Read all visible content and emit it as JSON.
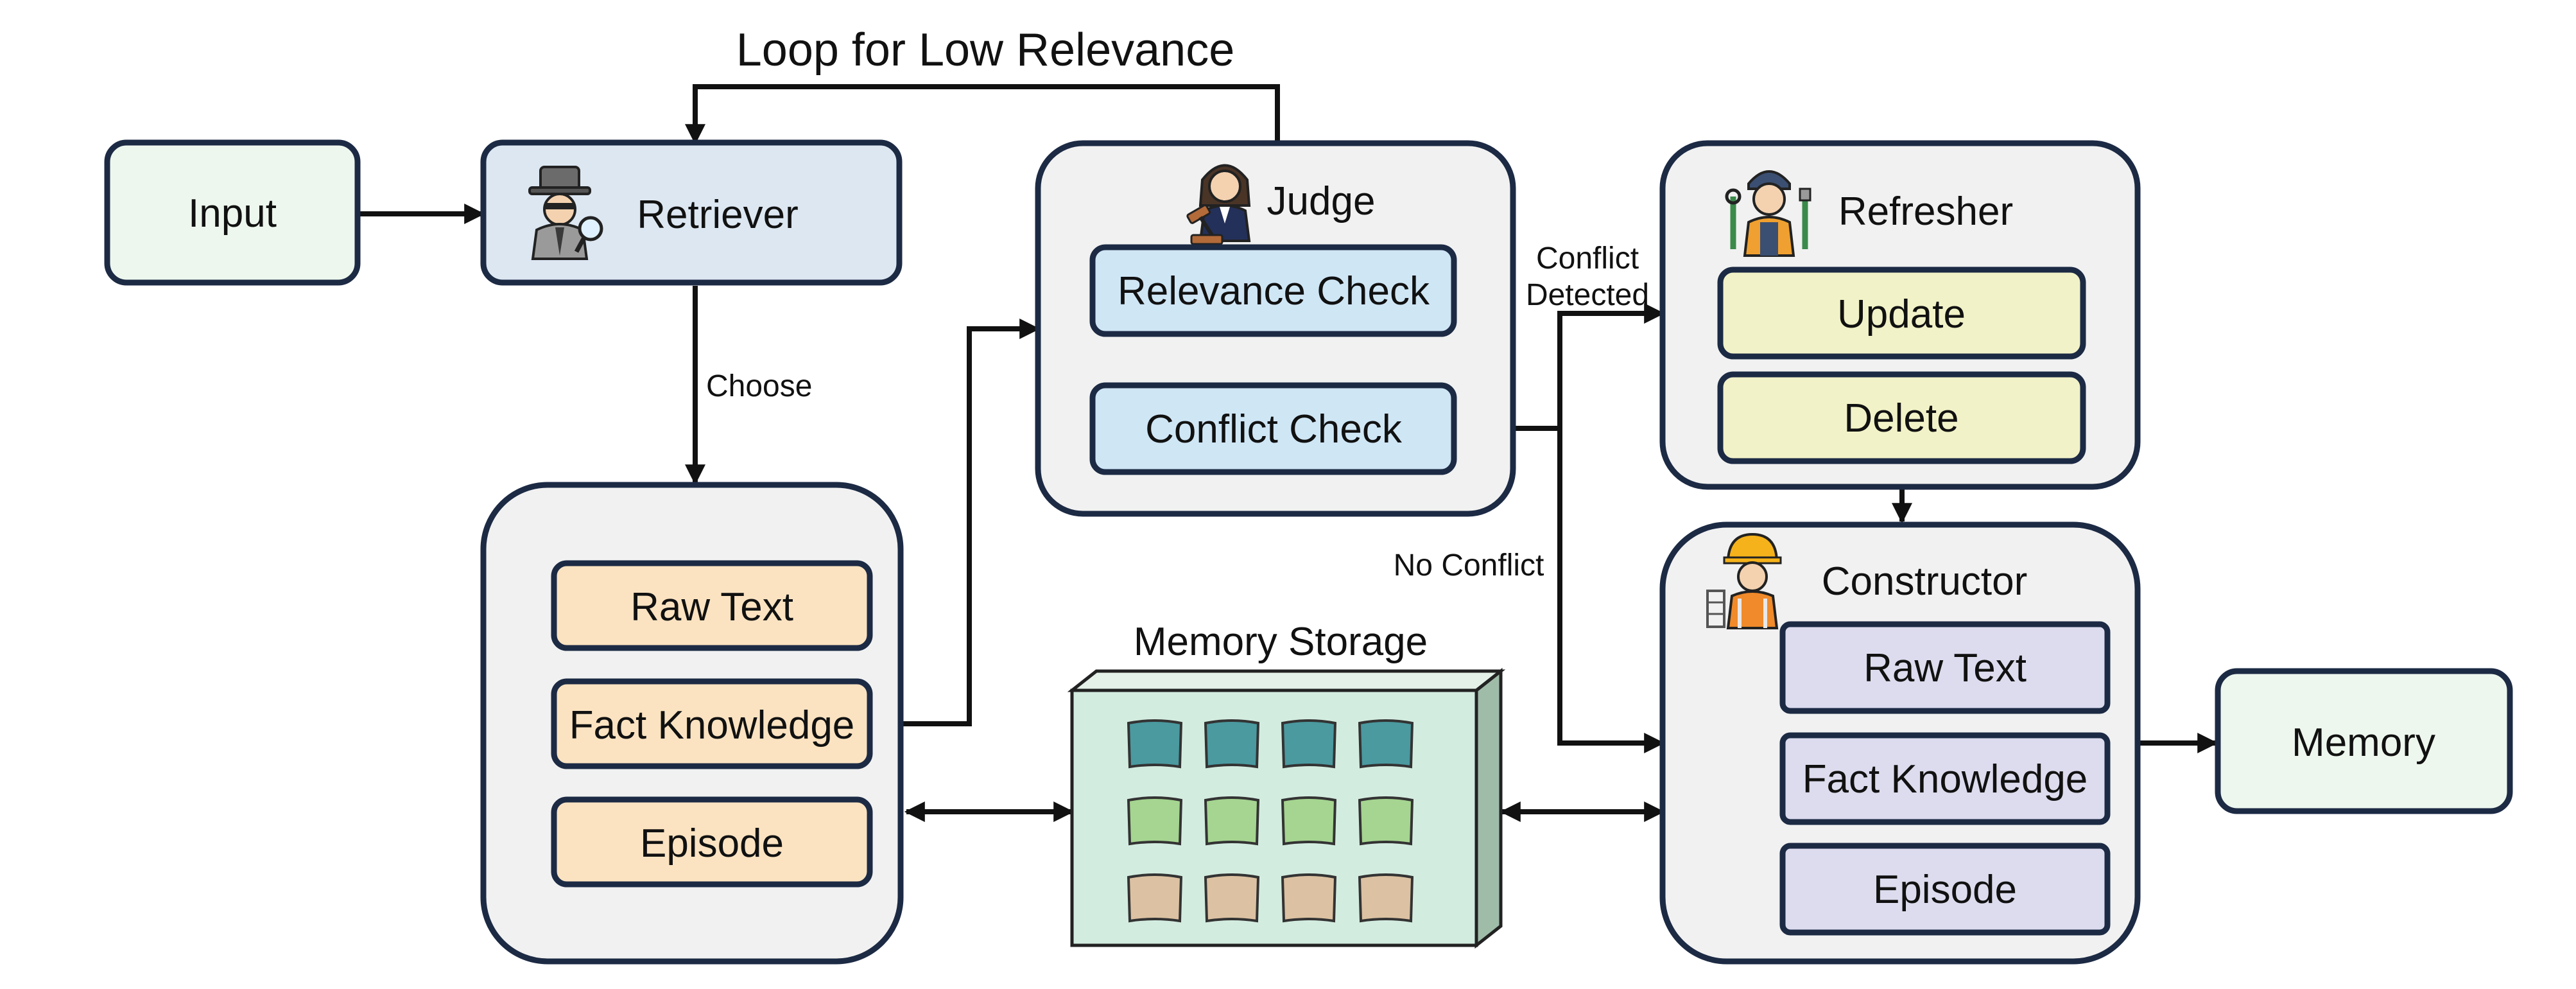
{
  "loop_label": "Loop for Low Relevance",
  "input_label": "Input",
  "retriever_label": "Retriever",
  "choose_label": "Choose",
  "judge": {
    "title": "Judge",
    "relevance_check": "Relevance Check",
    "conflict_check": "Conflict Check"
  },
  "conflict_detected_line1": "Conflict",
  "conflict_detected_line2": "Detected",
  "no_conflict_label": "No Conflict",
  "refresher": {
    "title": "Refresher",
    "update": "Update",
    "delete": "Delete"
  },
  "retrieval_types": [
    "Raw Text",
    "Fact Knowledge",
    "Episode"
  ],
  "memory_storage_label": "Memory Storage",
  "constructor": {
    "title": "Constructor",
    "items": [
      "Raw Text",
      "Fact Knowledge",
      "Episode"
    ]
  },
  "memory_label": "Memory",
  "colors": {
    "input_fill": "#eef7ee",
    "retriever_fill": "#dce7f2",
    "check_fill": "#cfe6f5",
    "refresher_item_fill": "#f2f2c8",
    "retrieval_item_fill": "#fbe3c1",
    "constructor_item_fill": "#dcdcee",
    "storage_front": "#d3ece0",
    "storage_top": "#e3f1e9",
    "storage_side": "#9fbca9",
    "cell_row1": "#4a9aa0",
    "cell_row2": "#a5d590",
    "cell_row3": "#dcc2a2"
  },
  "icons": [
    "detective-icon",
    "judge-icon",
    "mechanic-icon",
    "builder-icon"
  ]
}
